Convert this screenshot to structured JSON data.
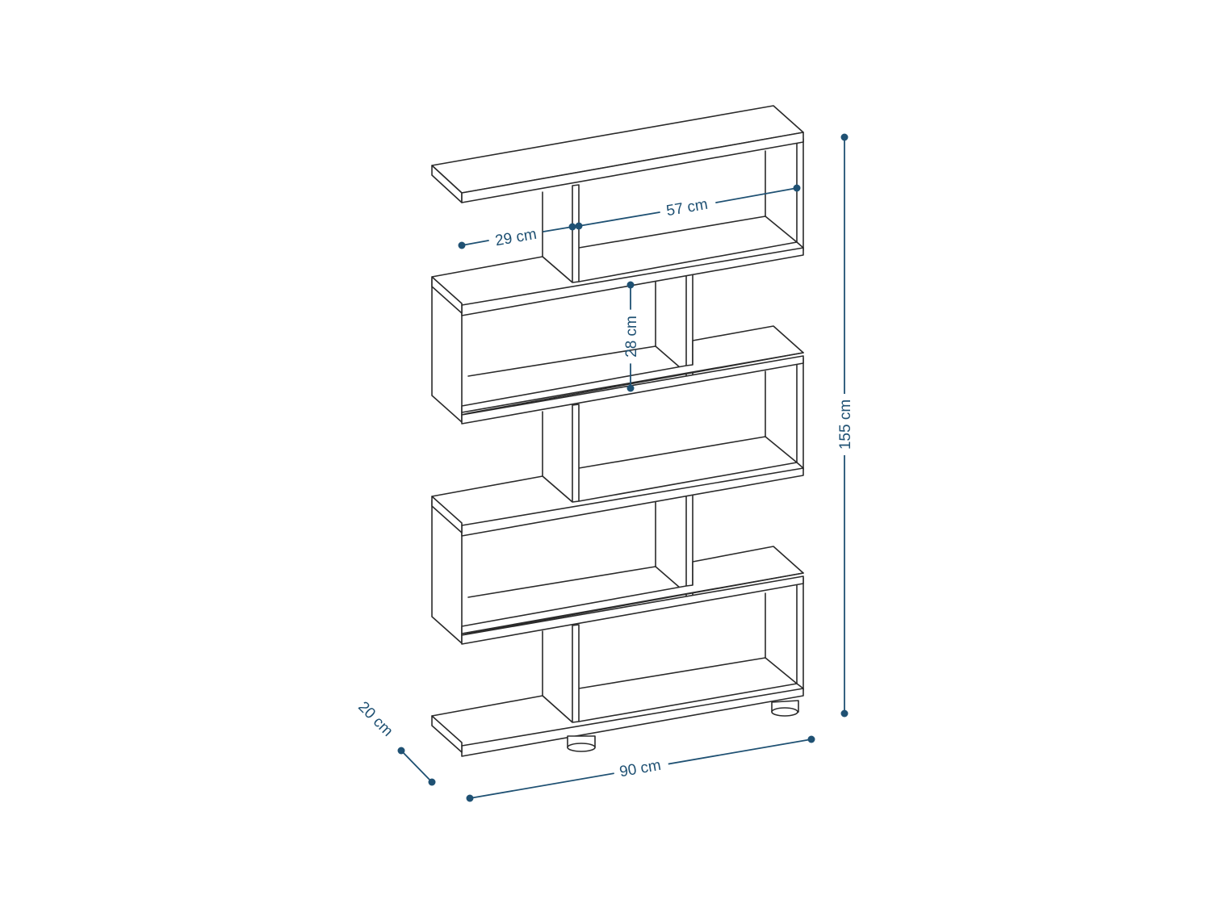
{
  "dimensions": {
    "total_height": "155 cm",
    "total_width": "90 cm",
    "depth": "20 cm",
    "small_compartment_width": "29 cm",
    "large_compartment_width": "57 cm",
    "compartment_height": "28 cm"
  },
  "colors": {
    "line": "#2a2a2a",
    "dimension": "#1f5173",
    "background": "#ffffff"
  }
}
